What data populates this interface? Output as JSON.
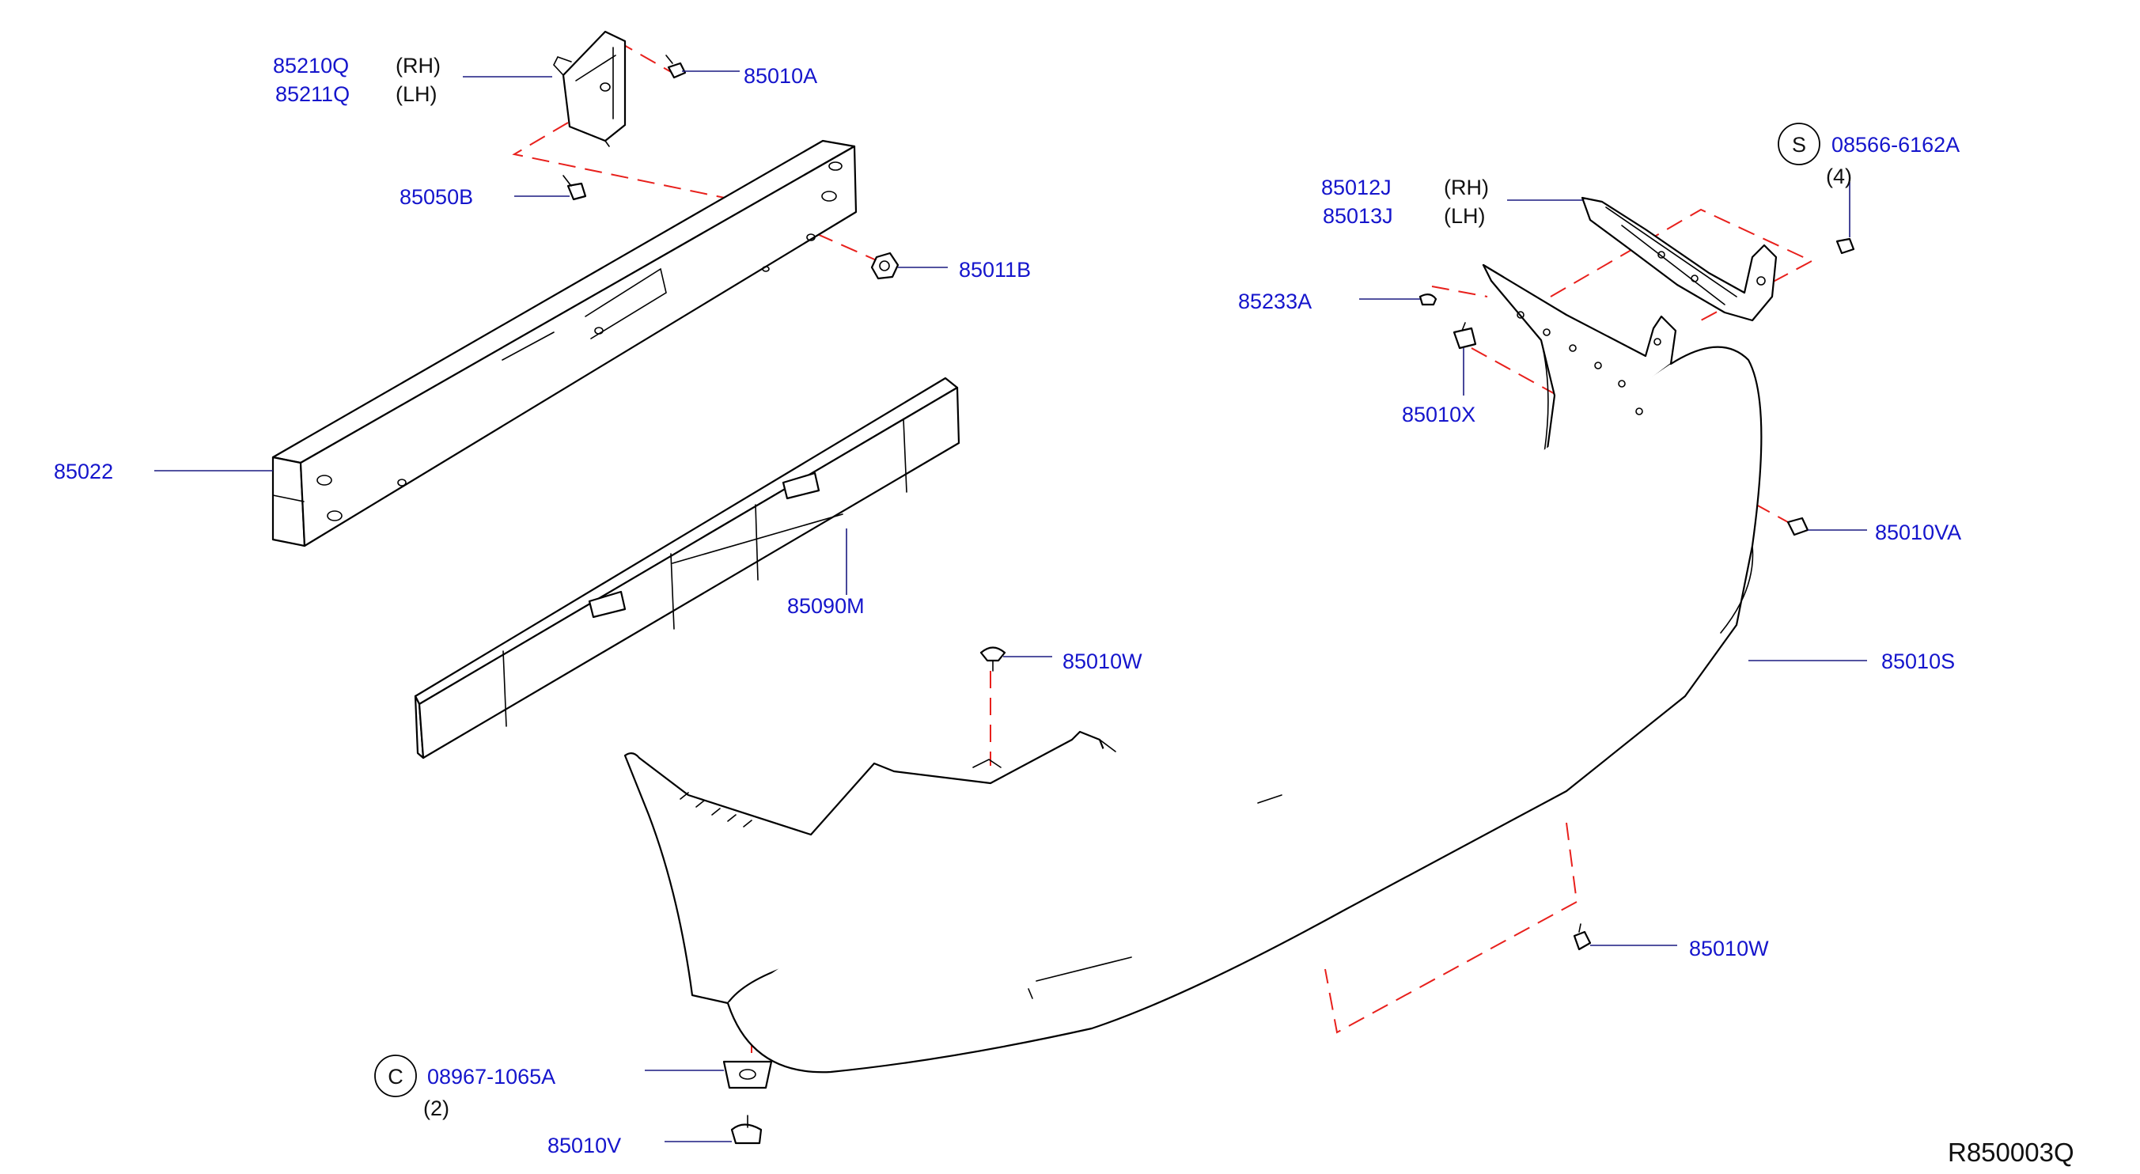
{
  "parts": {
    "p85210Q": "85210Q",
    "p85211Q": "85211Q",
    "rh1": "(RH)",
    "lh1": "(LH)",
    "p85010A": "85010A",
    "p85050B": "85050B",
    "p85011B": "85011B",
    "p85022": "85022",
    "p85090M": "85090M",
    "p85010W_top": "85010W",
    "p85012J": "85012J",
    "p85013J": "85013J",
    "rh2": "(RH)",
    "lh2": "(LH)",
    "s_symbol": "S",
    "p08566": "08566-6162A",
    "qty4": "(4)",
    "p85233A": "85233A",
    "p85010X": "85010X",
    "p85010VA": "85010VA",
    "p85010S": "85010S",
    "p85010W_bottom": "85010W",
    "c_symbol": "C",
    "p08967": "08967-1065A",
    "qty2": "(2)",
    "p85010V": "85010V"
  },
  "diagram_ref": "R850003Q",
  "colors": {
    "part_number": "#1515cc",
    "dashed_guide": "#e8201c",
    "outline": "#000000"
  }
}
